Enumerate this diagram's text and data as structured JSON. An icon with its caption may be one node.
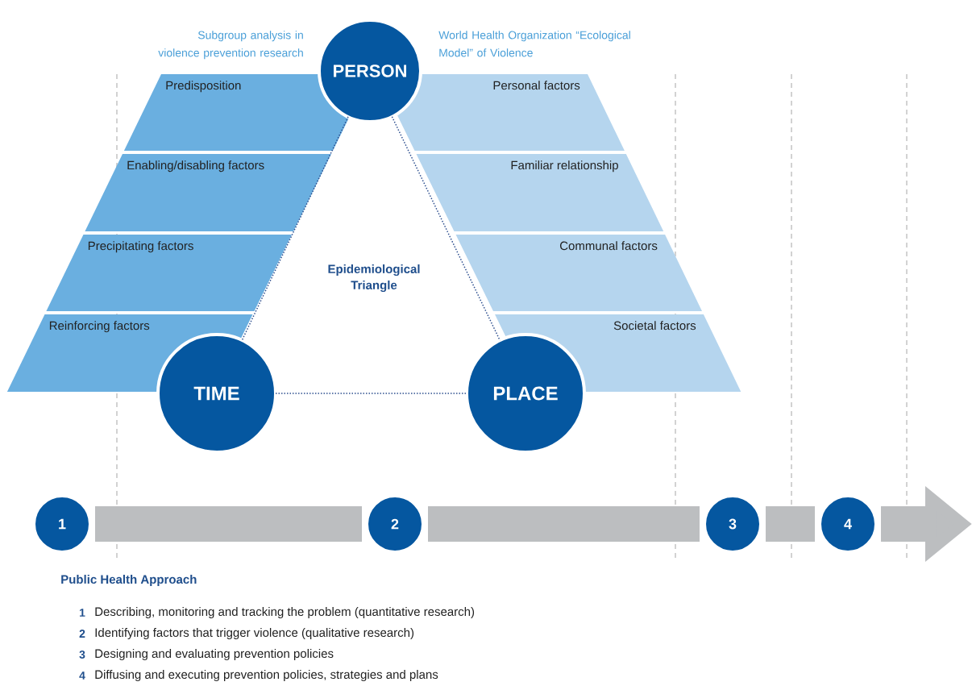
{
  "diagram": {
    "nodes": [
      {
        "text": [
          "PERSON"
        ]
      },
      {
        "text": [
          "TIME"
        ]
      },
      {
        "text": [
          "PLACE"
        ]
      },
      {
        "text": [
          "Predisposition"
        ]
      },
      {
        "text": [
          "Enabling/disabling factors"
        ]
      },
      {
        "text": [
          "Precipitating factors"
        ]
      },
      {
        "text": [
          "Reinforcing factors"
        ]
      },
      {
        "text": [
          "Personal factors"
        ]
      },
      {
        "text": [
          "Familiar relationship"
        ]
      },
      {
        "text": [
          "Communal factors"
        ]
      },
      {
        "text": [
          "Societal factors"
        ]
      },
      {
        "text": [
          "1"
        ]
      },
      {
        "text": [
          "2"
        ]
      },
      {
        "text": [
          "3"
        ]
      },
      {
        "text": [
          "4"
        ]
      }
    ],
    "edges": [
      {
        "from": 0,
        "to": 1,
        "arrow": "none",
        "style": "dashed",
        "color": "#2d4f8f"
      },
      {
        "from": 0,
        "to": 2,
        "arrow": "none",
        "style": "dashed",
        "color": "#2d4f8f"
      },
      {
        "from": 1,
        "to": 2,
        "arrow": "none",
        "style": "dashed",
        "color": "#2d4f8f"
      },
      {
        "from": 11,
        "to": 12,
        "arrow": "none"
      },
      {
        "from": 12,
        "to": 13,
        "arrow": "none"
      },
      {
        "from": 13,
        "to": 14,
        "arrow": "none"
      },
      {
        "from": 14,
        "to": null,
        "arrow": "to"
      }
    ],
    "labels": [
      "Subgroup analysis in violence prevention research",
      "World Health Organization “Ecological Model” of Violence",
      "Epidemiological Triangle",
      "Public Health Approach",
      "1",
      "Describing, monitoring and tracking the problem (quantitative research)",
      "2",
      "Identifying factors that trigger violence (qualitative research)",
      "3",
      "Designing and evaluating prevention policies",
      "4",
      "Diffusing and executing prevention policies, strategies and plans"
    ]
  }
}
